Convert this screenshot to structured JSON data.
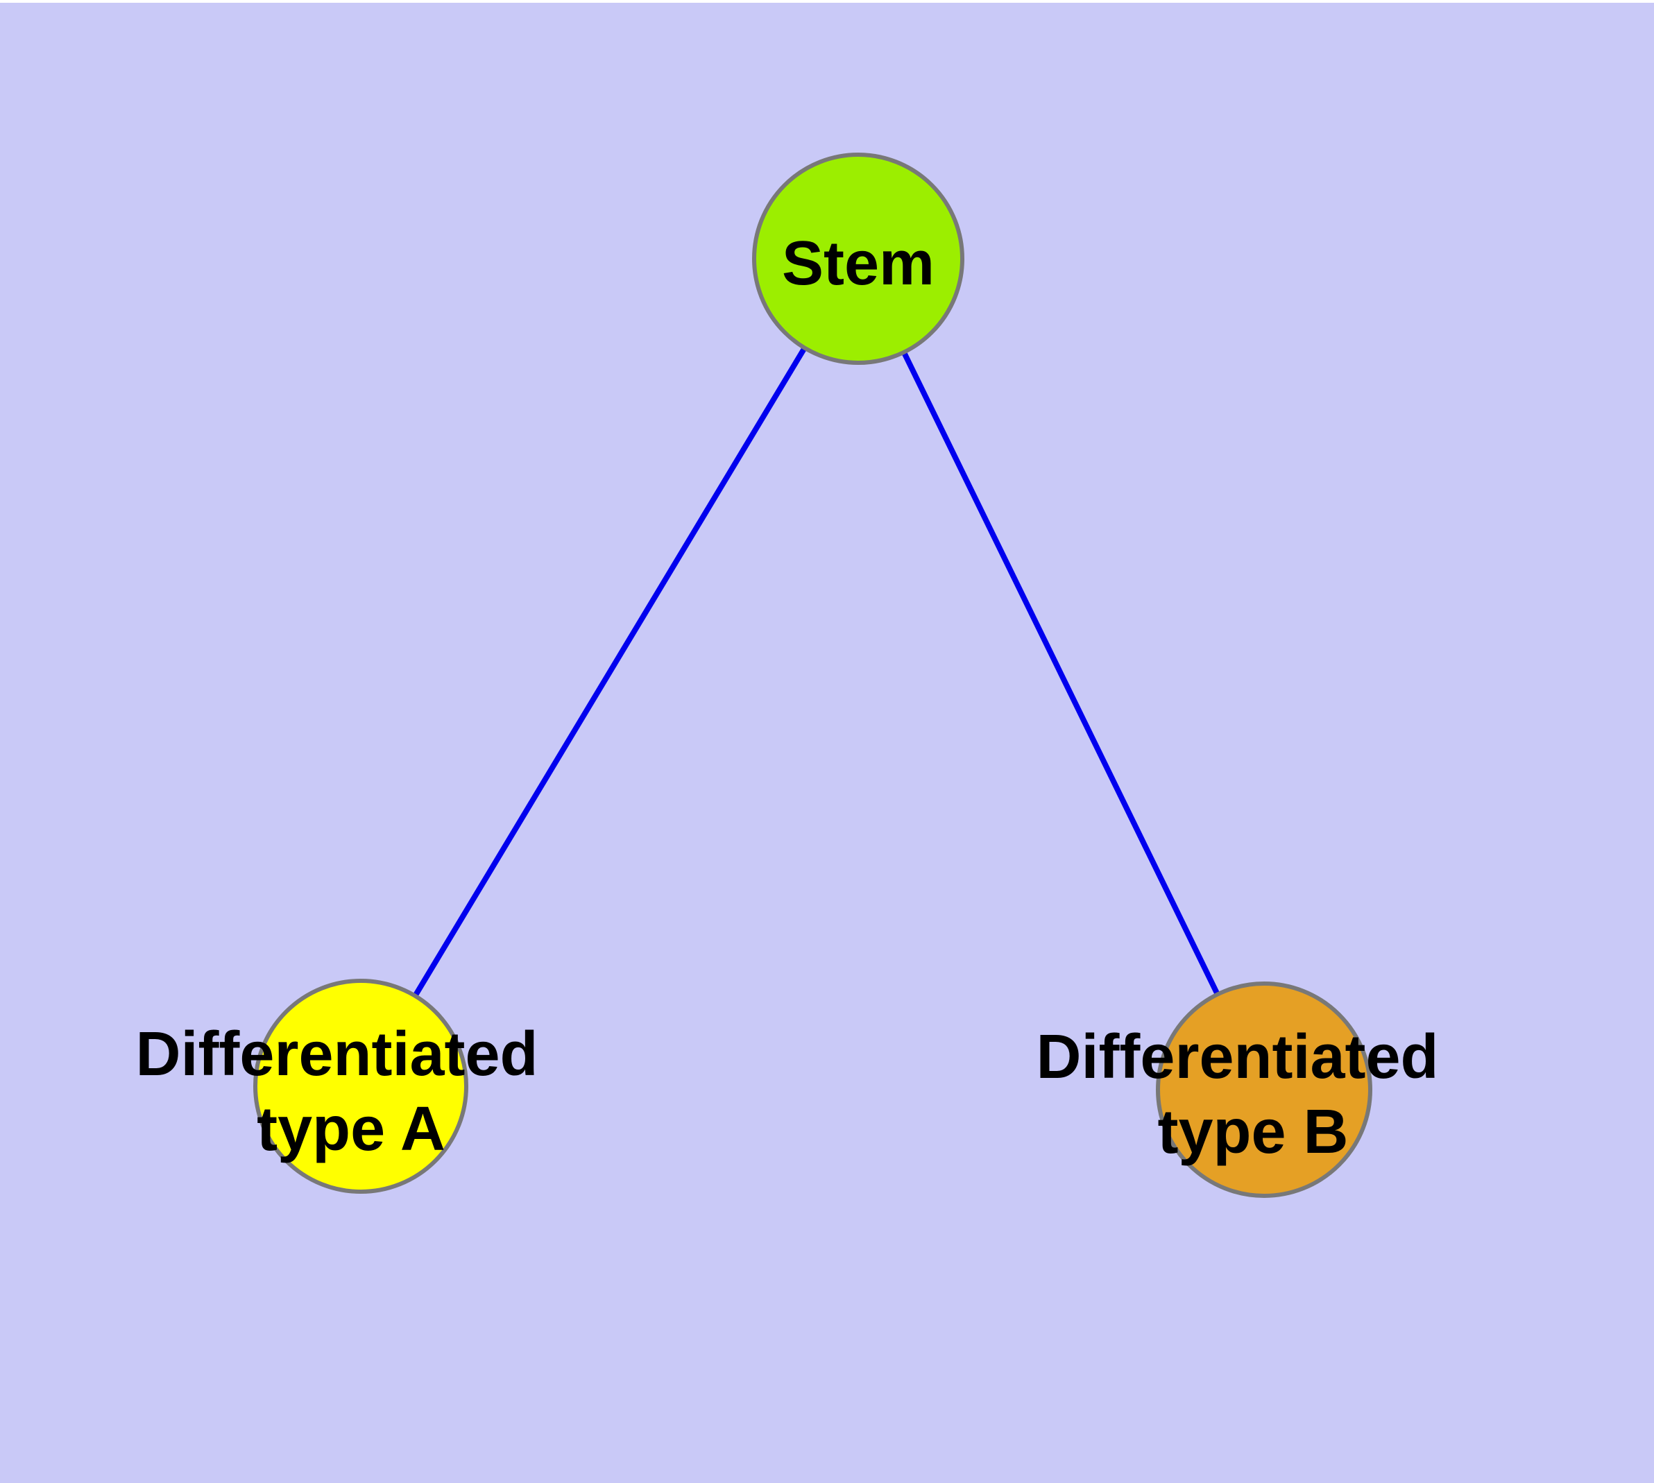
{
  "diagram": {
    "description": "Cell differentiation graph",
    "background_color": "#c9c9f7",
    "top_margin_color": "#ffffff",
    "edge_color": "#0000ee",
    "node_border_color": "#787878",
    "label_color": "#000000",
    "nodes": {
      "stem": {
        "label": "Stem",
        "fill": "#9cee00"
      },
      "type_a": {
        "label_line1": "Differentiated",
        "label_line2": "type A",
        "fill": "#ffff00"
      },
      "type_b": {
        "label_line1": "Differentiated",
        "label_line2": "type B",
        "fill": "#e5a025"
      }
    },
    "edges": [
      {
        "from": "stem",
        "to": "type_a"
      },
      {
        "from": "stem",
        "to": "type_b"
      }
    ]
  }
}
